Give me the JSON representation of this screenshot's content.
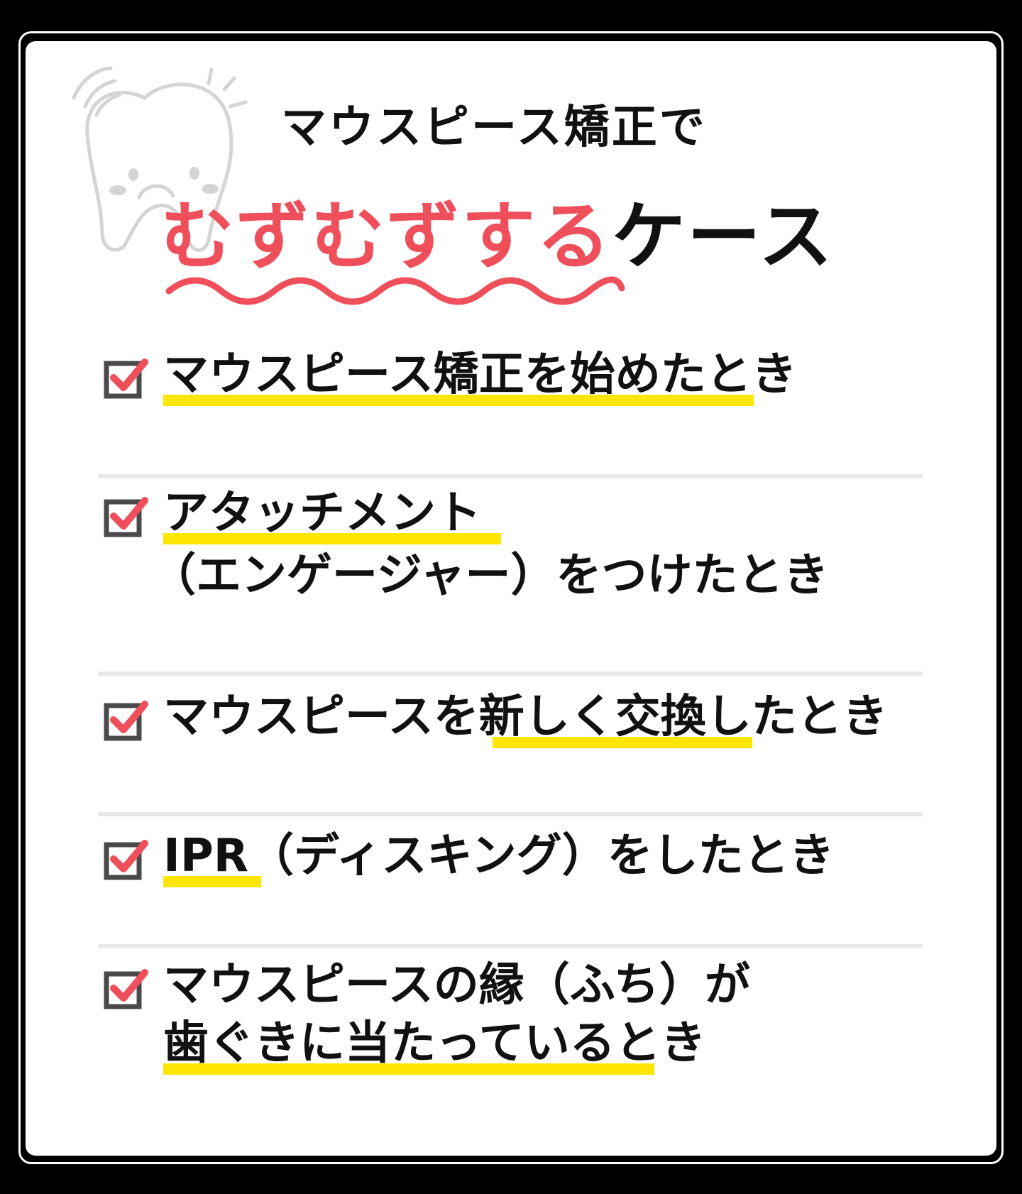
{
  "heading": {
    "line1": "マウスピース矯正で",
    "line2_accent": "むずむずする",
    "line2_rest": "ケース"
  },
  "items": [
    {
      "lines": [
        "マウスピース矯正を始めたとき"
      ]
    },
    {
      "lines": [
        "アタッチメント",
        "（エンゲージャー）をつけたとき"
      ]
    },
    {
      "lines": [
        "マウスピースを新しく交換したとき"
      ]
    },
    {
      "lines": [
        "IPR（ディスキング）をしたとき"
      ]
    },
    {
      "lines": [
        "マウスピースの縁（ふち）が",
        "歯ぐきに当たっているとき"
      ]
    }
  ],
  "colors": {
    "accent": "#ee4f5a",
    "highlight": "#ffe600",
    "text": "#111111",
    "divider": "#e8e8e8",
    "frame": "#000000"
  },
  "icons": [
    "tooth-worried-icon",
    "checkbox-checked-icon"
  ]
}
